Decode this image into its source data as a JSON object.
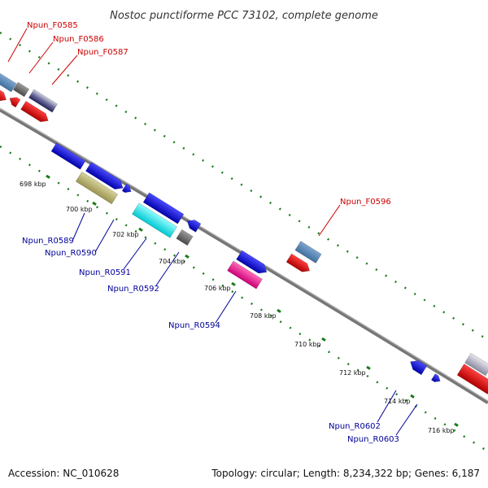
{
  "title": "Nostoc punctiforme PCC 73102, complete genome",
  "footer": {
    "accession": "Accession: NC_010628",
    "summary": "Topology: circular; Length: 8,234,322 bp; Genes: 6,187"
  },
  "colors": {
    "forward_label": "#cc0000",
    "reverse_label": "#000099",
    "backbone": "#777777",
    "track_dots": "#1a7a1a"
  },
  "tick_labels": [
    "698 kbp",
    "700 kbp",
    "702 kbp",
    "704 kbp",
    "706 kbp",
    "708 kbp",
    "710 kbp",
    "712 kbp",
    "714 kbp",
    "716 kbp"
  ],
  "forward_labels": [
    "Npun_F0585",
    "Npun_F0586",
    "Npun_F0587",
    "Npun_F0596"
  ],
  "reverse_labels": [
    "Npun_R0589",
    "Npun_R0590",
    "Npun_R0591",
    "Npun_R0592",
    "Npun_R0594",
    "Npun_R0602",
    "Npun_R0603"
  ]
}
